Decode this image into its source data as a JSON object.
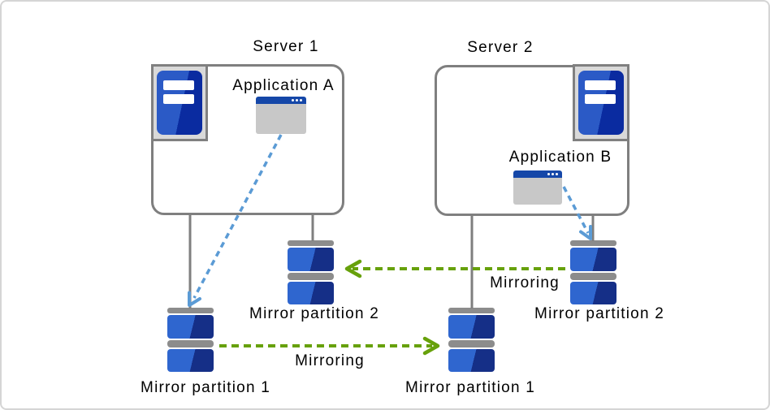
{
  "diagram": {
    "server1": {
      "title": "Server 1",
      "app_label": "Application A"
    },
    "server2": {
      "title": "Server 2",
      "app_label": "Application B"
    },
    "partitions": {
      "server1_mirror1_label": "Mirror partition 1",
      "server1_mirror2_label": "Mirror partition 2",
      "server2_mirror1_label": "Mirror partition 1",
      "server2_mirror2_label": "Mirror partition 2"
    },
    "mirroring": {
      "top_label": "Mirroring",
      "bottom_label": "Mirroring"
    },
    "icons": {
      "server": "server-tower-icon",
      "application": "app-window-icon",
      "partition": "disk-partition-icon"
    },
    "colors": {
      "mirroring_arrow_green": "#67a10b",
      "app_access_arrow_blue": "#5b9bd5",
      "connector_gray": "#7f7f7f",
      "disk_cap_gray": "#8c8c8c",
      "disk_light_blue": "#2f66cf",
      "disk_dark_blue": "#152f87",
      "server_light_blue": "#2b5ac6",
      "server_dark_blue": "#0a2ba0",
      "window_titlebar_blue": "#1547a8",
      "window_body_gray": "#c8c8c8"
    }
  }
}
